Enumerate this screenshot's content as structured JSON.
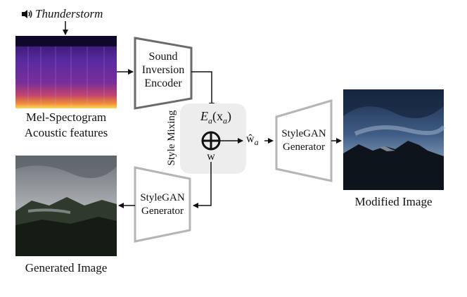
{
  "audio": {
    "label": "Thunderstorm",
    "icon": "speaker-icon"
  },
  "spectrogram": {
    "caption_line1": "Mel-Spectogram",
    "caption_line2": "Acoustic features"
  },
  "encoder": {
    "line1": "Sound",
    "line2": "Inversion",
    "line3": "Encoder"
  },
  "style_mixing": {
    "label": "Style Mixing",
    "encoder_output": "E",
    "encoder_output_sub": "a",
    "encoder_output_arg": "x",
    "encoder_output_arg_sub": "a",
    "operator": "⊕",
    "latent": "w"
  },
  "mixed_latent": {
    "symbol": "ŵ",
    "sub": "a"
  },
  "generator_top": {
    "line1": "StyleGAN",
    "line2": "Generator"
  },
  "generator_bottom": {
    "line1": "StyleGAN",
    "line2": "Generator"
  },
  "outputs": {
    "modified_caption": "Modified Image",
    "generated_caption": "Generated Image"
  },
  "colors": {
    "encoder_border": "#6b6b6b",
    "generator_border": "#b5b5b5",
    "mixing_bg": "#ededed",
    "arrow": "#111111"
  }
}
